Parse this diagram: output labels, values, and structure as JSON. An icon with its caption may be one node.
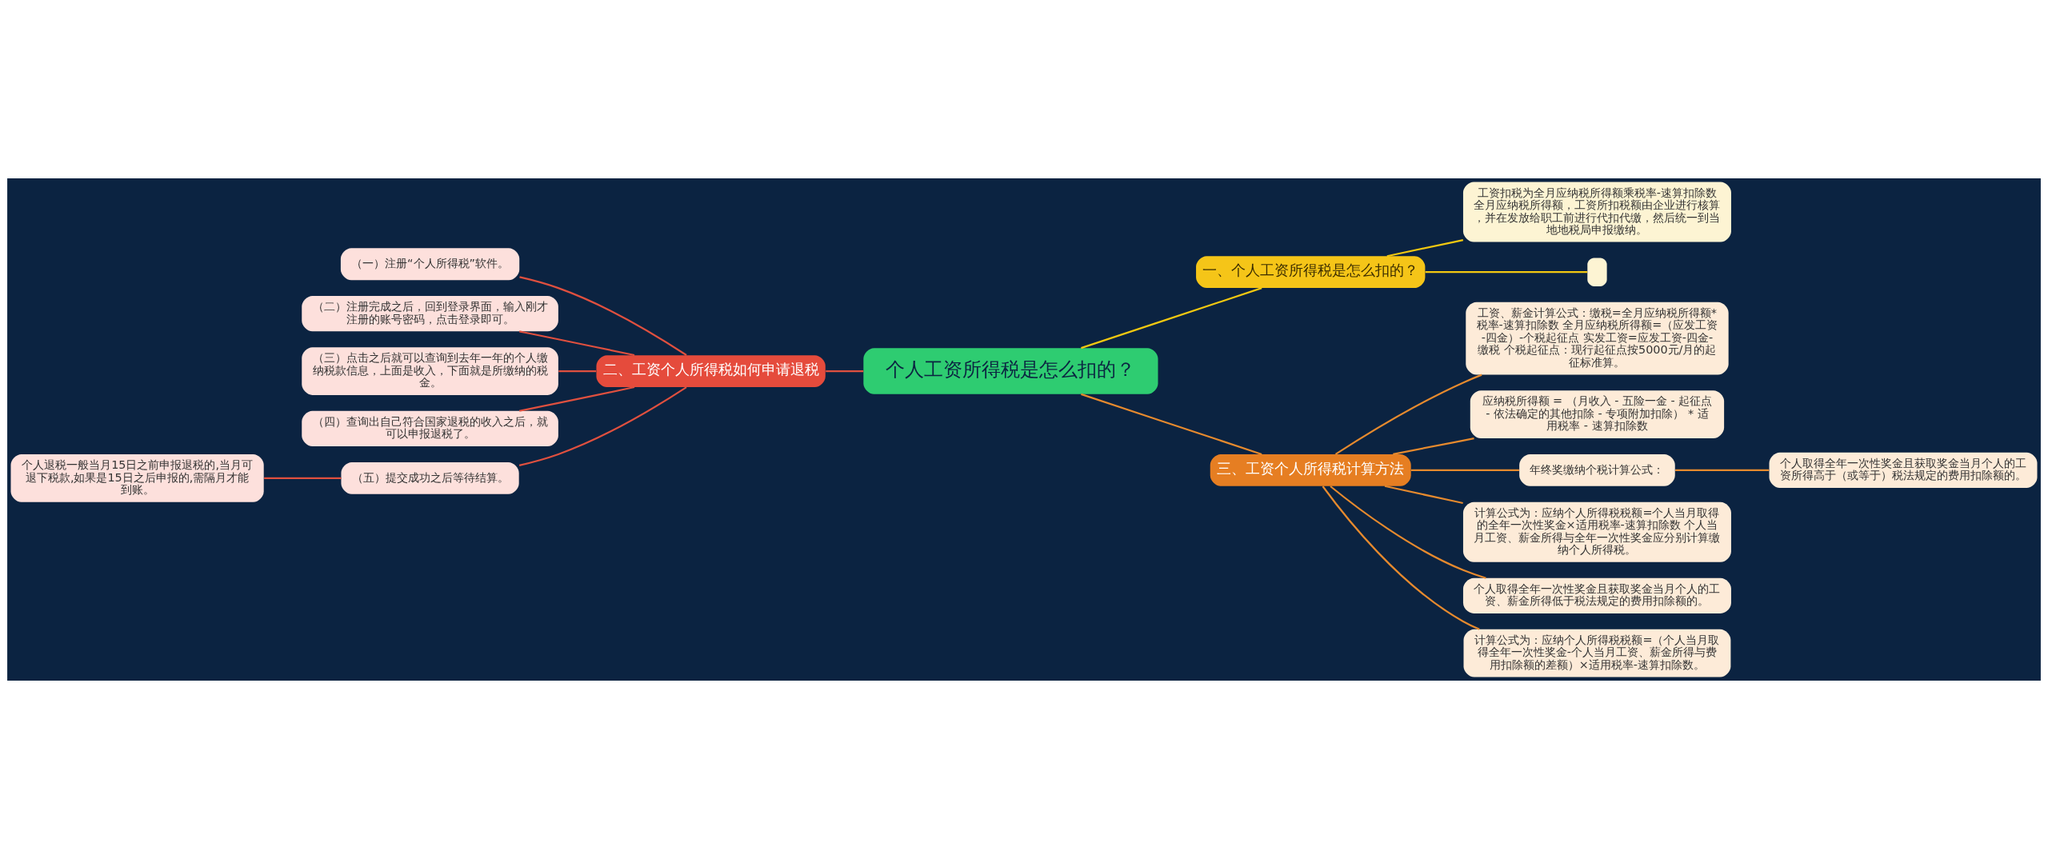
{
  "diagram": {
    "nodes": [
      {
        "text": [
          "个人工资所得税是怎么扣的？"
        ]
      },
      {
        "text": [
          "一、个人工资所得税是怎么扣的？"
        ]
      },
      {
        "text": [
          "工资扣税为全月应纳税所得额乘税率-速算扣除数全月应纳税所得额，工资所扣税额由企业进行核算，并在发放给职工前进行代扣代缴，然后统一到当地地税局申报缴纳。"
        ]
      },
      {
        "text": [],
        "shape": "box"
      },
      {
        "text": [
          "二、工资个人所得税如何申请退税"
        ]
      },
      {
        "text": [
          "（一）注册“个人所得税”软件。"
        ]
      },
      {
        "text": [
          "（二）注册完成之后，回到登录界面，输入刚才注册的账号密码，点击登录即可。"
        ]
      },
      {
        "text": [
          "（三）点击之后就可以查询到去年一年的个人缴纳税款信息，上面是收入，下面就是所缴纳的税金。"
        ]
      },
      {
        "text": [
          "（四）查询出自己符合国家退税的收入之后，就可以申报退税了。"
        ]
      },
      {
        "text": [
          "（五）提交成功之后等待结算。"
        ]
      },
      {
        "text": [
          "个人退税一般当月15日之前申报退税的,当月可退下税款,如果是15日之后申报的,需隔月才能到账。"
        ]
      },
      {
        "text": [
          "三、工资个人所得税计算方法"
        ]
      },
      {
        "text": [
          "工资、薪金计算公式：缴税=全月应纳税所得额*税率-速算扣除数 全月应纳税所得额=（应发工资-四金）-个税起征点 实发工资=应发工资-四金-缴税 个税起征点：现行起征点按5000元/月的起征标准算。"
        ]
      },
      {
        "text": [
          "应纳税所得额 = （月收入 - 五险一金 - 起征点 - 依法确定的其他扣除 - 专项附加扣除） * 适用税率 - 速算扣除数"
        ]
      },
      {
        "text": [
          "年终奖缴纳个税计算公式："
        ]
      },
      {
        "text": [
          "个人取得全年一次性奖金且获取奖金当月个人的工资所得高于（或等于）税法规定的费用扣除额的。"
        ]
      },
      {
        "text": [
          "计算公式为：应纳个人所得税税额=个人当月取得的全年一次性奖金×适用税率-速算扣除数 个人当月工资、薪金所得与全年一次性奖金应分别计算缴纳个人所得税。"
        ]
      },
      {
        "text": [
          "个人取得全年一次性奖金且获取奖金当月个人的工资、薪金所得低于税法规定的费用扣除额的。"
        ]
      },
      {
        "text": [
          "计算公式为：应纳个人所得税税额=（个人当月取得全年一次性奖金-个人当月工资、薪金所得与费用扣除额的差额）×适用税率-速算扣除数。"
        ]
      }
    ],
    "edges": [
      {
        "from": 0,
        "to": 1,
        "arrow": "none",
        "color": "#f2c811"
      },
      {
        "from": 1,
        "to": 2,
        "arrow": "none",
        "color": "#f2c811"
      },
      {
        "from": 1,
        "to": 3,
        "arrow": "none",
        "color": "#f2c811"
      },
      {
        "from": 0,
        "to": 4,
        "arrow": "none",
        "color": "#e0503f"
      },
      {
        "from": 4,
        "to": 5,
        "arrow": "none",
        "color": "#e0503f"
      },
      {
        "from": 4,
        "to": 6,
        "arrow": "none",
        "color": "#e0503f"
      },
      {
        "from": 4,
        "to": 7,
        "arrow": "none",
        "color": "#e0503f"
      },
      {
        "from": 4,
        "to": 8,
        "arrow": "none",
        "color": "#e0503f"
      },
      {
        "from": 4,
        "to": 9,
        "arrow": "none",
        "color": "#e0503f"
      },
      {
        "from": 9,
        "to": 10,
        "arrow": "none",
        "color": "#e0503f"
      },
      {
        "from": 0,
        "to": 11,
        "arrow": "none",
        "color": "#e68a2e"
      },
      {
        "from": 11,
        "to": 12,
        "arrow": "none",
        "color": "#e68a2e"
      },
      {
        "from": 11,
        "to": 13,
        "arrow": "none",
        "color": "#e68a2e"
      },
      {
        "from": 11,
        "to": 14,
        "arrow": "none",
        "color": "#e68a2e"
      },
      {
        "from": 14,
        "to": 15,
        "arrow": "none",
        "color": "#e68a2e"
      },
      {
        "from": 11,
        "to": 16,
        "arrow": "none",
        "color": "#e68a2e"
      },
      {
        "from": 11,
        "to": 17,
        "arrow": "none",
        "color": "#e68a2e"
      },
      {
        "from": 11,
        "to": 18,
        "arrow": "none",
        "color": "#e68a2e"
      }
    ]
  }
}
